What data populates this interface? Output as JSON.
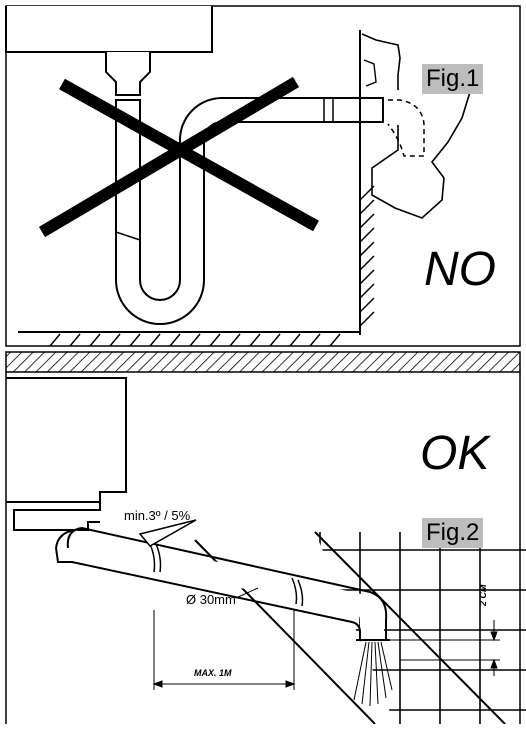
{
  "top_panel": {
    "figure_label": "Fig.1",
    "verdict": "NO"
  },
  "bottom_panel": {
    "verdict": "OK",
    "figure_label": "Fig.2",
    "slope_label": "min.3º / 5%",
    "diameter_label": "Ø 30mm",
    "max_length_label": "MAX. 1M",
    "height_label": "2 CM"
  },
  "colors": {
    "line": "#000000",
    "badge_fill": "#bdbdbd",
    "background": "#ffffff"
  }
}
